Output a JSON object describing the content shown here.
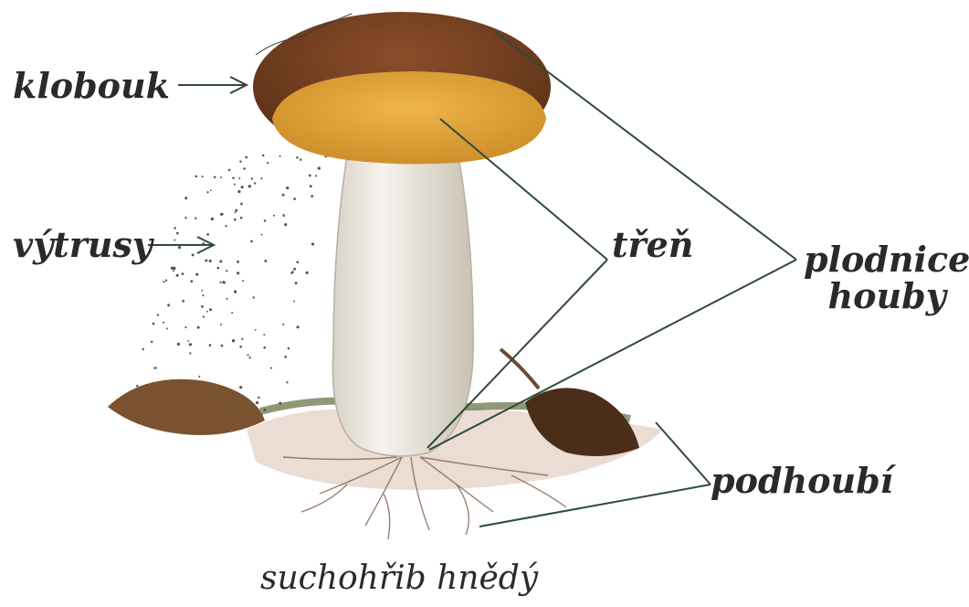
{
  "labels": {
    "klobouk": "klobouk",
    "vytrusy": "výtrusy",
    "tren": "třeň",
    "plodnice_line1": "plodnice",
    "plodnice_line2": "houby",
    "podhoubi": "podhoubí"
  },
  "caption": "suchohřib hnědý",
  "colors": {
    "cap_outer": "#6b3a1e",
    "cap_underside": "#e0a43a",
    "stem": "#ece8e0",
    "leader_lines": "#2e4a3a",
    "text": "#2a2a2a"
  }
}
